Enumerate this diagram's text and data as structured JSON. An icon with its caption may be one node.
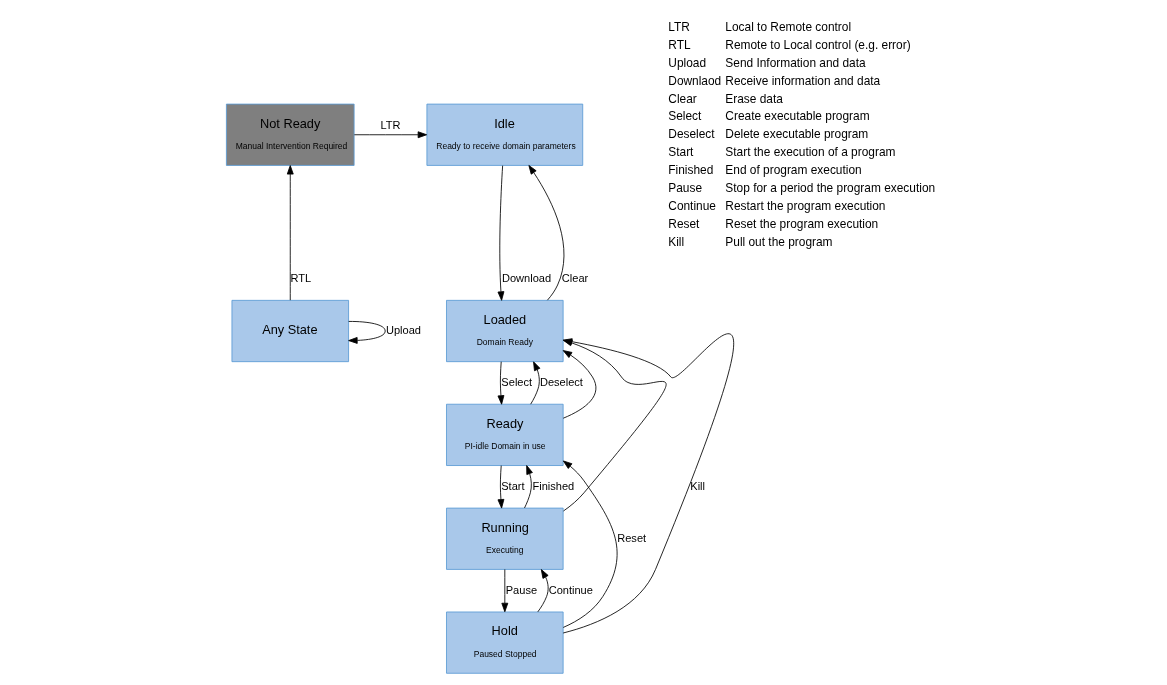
{
  "diagram": {
    "nodes": [
      {
        "text": [
          "Not Ready",
          "Manual Intervention Required"
        ]
      },
      {
        "text": [
          "Idle",
          "Ready to receive domain parameters"
        ]
      },
      {
        "text": [
          "Any State"
        ]
      },
      {
        "text": [
          "Loaded",
          "Domain Ready"
        ]
      },
      {
        "text": [
          "Ready",
          "PI-idle Domain in use"
        ]
      },
      {
        "text": [
          "Running",
          "Executing"
        ]
      },
      {
        "text": [
          "Hold",
          "Paused Stopped"
        ]
      }
    ],
    "edges": [
      {
        "from": 0,
        "to": 1,
        "arrow": "to",
        "label": "LTR"
      },
      {
        "from": 2,
        "to": 0,
        "arrow": "to",
        "label": "RTL"
      },
      {
        "from": 2,
        "to": 2,
        "arrow": "to",
        "label": "Upload"
      },
      {
        "from": 1,
        "to": 3,
        "arrow": "to",
        "label": "Download"
      },
      {
        "from": 3,
        "to": 1,
        "arrow": "to",
        "label": "Clear"
      },
      {
        "from": 3,
        "to": 4,
        "arrow": "to",
        "label": "Select"
      },
      {
        "from": 4,
        "to": 3,
        "arrow": "to",
        "label": "Deselect"
      },
      {
        "from": 4,
        "to": 5,
        "arrow": "to",
        "label": "Start"
      },
      {
        "from": 5,
        "to": 4,
        "arrow": "to",
        "label": "Finished"
      },
      {
        "from": 5,
        "to": 6,
        "arrow": "to",
        "label": "Pause"
      },
      {
        "from": 6,
        "to": 5,
        "arrow": "to",
        "label": "Continue"
      },
      {
        "from": 6,
        "to": 4,
        "arrow": "to",
        "label": "Reset"
      },
      {
        "from": 4,
        "to": 3,
        "arrow": "to"
      },
      {
        "from": 5,
        "to": 3,
        "arrow": "to"
      },
      {
        "from": 6,
        "to": 3,
        "arrow": "to",
        "label": "Kill"
      }
    ],
    "labels": [
      "LTR",
      "Local to Remote control",
      "RTL",
      "Remote to Local control (e.g. error)",
      "Upload",
      "Send Information and data",
      "Downlaod",
      "Receive information and data",
      "Clear",
      "Erase data",
      "Select",
      "Create executable program",
      "Deselect",
      "Delete executable program",
      "Start",
      "Start the execution of a program",
      "Finished",
      "End of program execution",
      "Pause",
      "Stop for a period the program execution",
      "Continue",
      "Restart the program execution",
      "Reset",
      "Reset the program execution",
      "Kill",
      "Pull out the program"
    ]
  }
}
